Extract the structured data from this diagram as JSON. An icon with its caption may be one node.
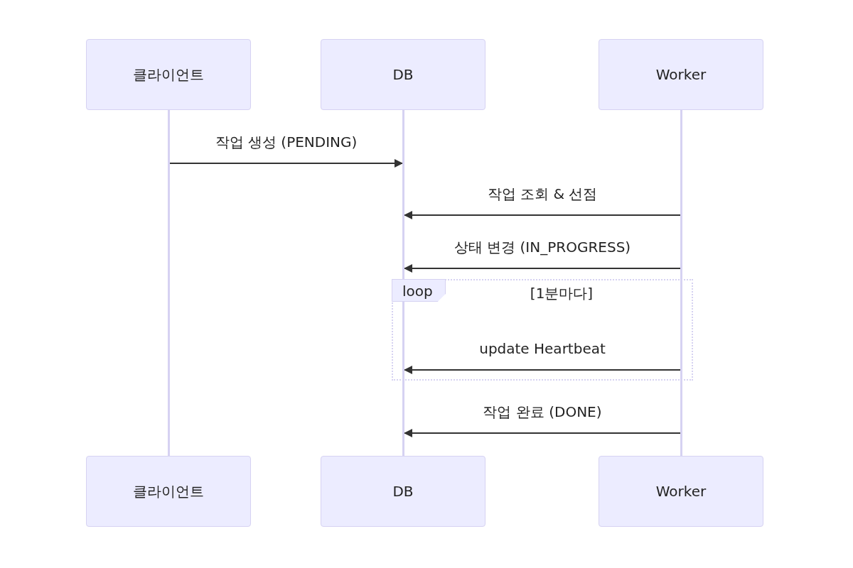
{
  "diagram": {
    "nodes": [
      {
        "text": [
          "클라이언트"
        ]
      },
      {
        "text": [
          "DB"
        ]
      },
      {
        "text": [
          "Worker"
        ]
      },
      {
        "text": [
          "클라이언트"
        ]
      },
      {
        "text": [
          "DB"
        ]
      },
      {
        "text": [
          "Worker"
        ]
      },
      {
        "text": [],
        "shape": "bar"
      },
      {
        "text": [],
        "shape": "bar"
      },
      {
        "text": [],
        "shape": "bar"
      }
    ],
    "edges": [
      {
        "from": 6,
        "to": 7,
        "arrow": "to",
        "label": "작업 생성 (PENDING)"
      },
      {
        "from": 8,
        "to": 7,
        "arrow": "to",
        "label": "작업 조회 & 선점"
      },
      {
        "from": 8,
        "to": 7,
        "arrow": "to",
        "label": "상태 변경 (IN_PROGRESS)"
      },
      {
        "from": 8,
        "to": 7,
        "arrow": "to",
        "label": "update Heartbeat"
      },
      {
        "from": 8,
        "to": 7,
        "arrow": "to",
        "label": "작업 완료 (DONE)"
      }
    ],
    "labels": [
      "loop",
      "[1분마다]"
    ]
  }
}
